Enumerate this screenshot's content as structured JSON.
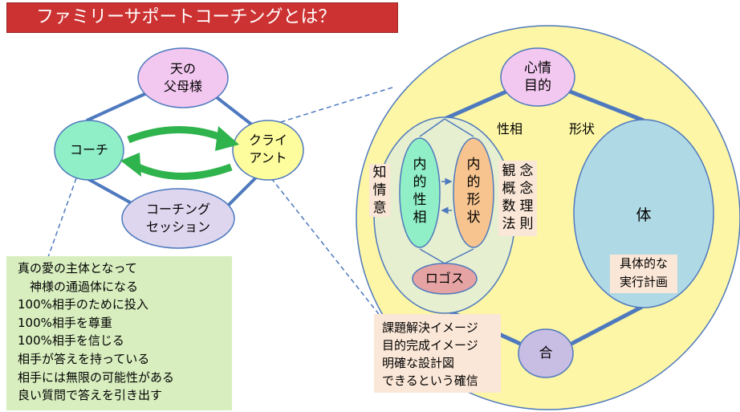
{
  "title": "ファミリーサポートコーチングとは？",
  "left_diagram": {
    "heaven": [
      "天の",
      "父母様"
    ],
    "coach": "コーチ",
    "client": [
      "クライ",
      "アント"
    ],
    "session": [
      "コーチング",
      "セッション"
    ]
  },
  "green_box": {
    "lines": [
      "真の愛の主体となって",
      "　神様の通過体になる",
      "100%相手のために投入",
      "100%相手を尊重",
      "100%相手を信じる",
      "相手が答えを持っている",
      "相手には無限の可能性がある",
      "良い質問で答えを引き出す"
    ]
  },
  "right_diagram": {
    "top": [
      "心情",
      "目的"
    ],
    "seisou": "性相",
    "keijou": "形状",
    "naitekiseisou": [
      "内",
      "的",
      "性",
      "相"
    ],
    "naitekikeijou": [
      "内",
      "的",
      "形",
      "状"
    ],
    "chijoui": [
      "知",
      "情",
      "意"
    ],
    "kannen_col1": [
      "観",
      "概",
      "数",
      "法"
    ],
    "kannen_col2": [
      "念",
      "念",
      "理",
      "則"
    ],
    "logos": "ロゴス",
    "body": "体",
    "plan": [
      "具体的な",
      "実行計画"
    ],
    "gou": "合"
  },
  "bottom_box": {
    "lines": [
      "課題解決イメージ",
      "目的完成イメージ",
      "明確な設計図",
      "できるという確信"
    ]
  },
  "colors": {
    "title_bg": "#cc3232",
    "big_circle": "#fcf6a6",
    "pink": "#f3c8f0",
    "mint": "#90efc6",
    "yellow": "#fdfd9e",
    "lavender": "#ddd6ee",
    "green_arrow": "#2fb34d",
    "blue_line": "#4e79be",
    "light_blue": "#b0d9e6",
    "peach": "#fbe7d7",
    "salmon": "#e5a3a3",
    "orange": "#f7c48f"
  }
}
